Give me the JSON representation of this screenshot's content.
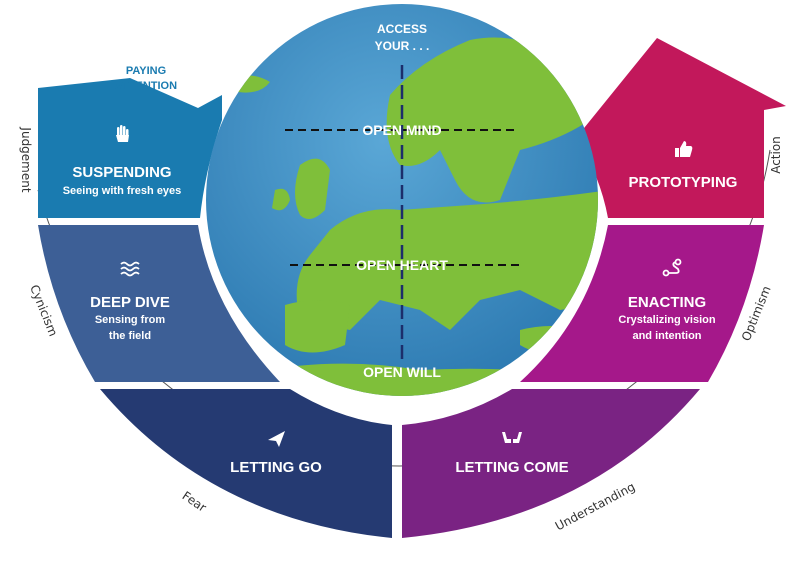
{
  "globe": {
    "access_line1": "ACCESS",
    "access_line2": "YOUR . . .",
    "levels": [
      "OPEN MIND",
      "OPEN HEART",
      "OPEN WILL"
    ]
  },
  "paying_attention": {
    "line1": "PAYING",
    "line2": "ATTENTION"
  },
  "left_stages": [
    {
      "title": "SUSPENDING",
      "subtitle": "Seeing with fresh eyes",
      "icon": "hand-icon"
    },
    {
      "title": "DEEP DIVE",
      "subtitle_line1": "Sensing from",
      "subtitle_line2": "the field",
      "icon": "waves-icon"
    },
    {
      "title": "LETTING GO",
      "icon": "paper-plane-icon"
    }
  ],
  "right_stages": [
    {
      "title": "PROTOTYPING",
      "icon": "thumbs-up-icon"
    },
    {
      "title": "ENACTING",
      "subtitle_line1": "Crystalizing vision",
      "subtitle_line2": "and intention",
      "icon": "route-icon"
    },
    {
      "title": "LETTING COME",
      "icon": "open-hands-icon"
    }
  ],
  "outer_ring": {
    "left": [
      "Judgement",
      "Cynicism",
      "Fear"
    ],
    "right": [
      "Action",
      "Optimism",
      "Understanding"
    ]
  },
  "colors": {
    "suspending": "#1a7bb0",
    "deep_dive": "#3d5f96",
    "letting_go": "#253a72",
    "prototyping": "#c2185b",
    "enacting": "#a5188a",
    "letting_come": "#7a2383",
    "ocean": "#3d8fc4",
    "land": "#7fbf3a"
  }
}
